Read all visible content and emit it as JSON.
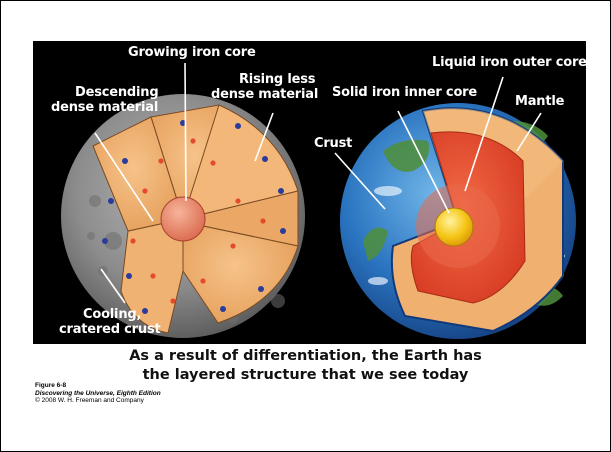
{
  "labels": {
    "growing_iron_core": "Growing iron core",
    "descending_line1": "Descending",
    "descending_line2": "dense material",
    "rising_line1": "Rising less",
    "rising_line2": "dense material",
    "cooling_line1": "Cooling,",
    "cooling_line2": "cratered crust",
    "liquid_outer_core": "Liquid iron outer core",
    "solid_inner_core": "Solid iron inner core",
    "mantle": "Mantle",
    "crust": "Crust"
  },
  "caption": {
    "line1": "As a result of differentiation, the Earth has",
    "line2": "the layered structure that we see today"
  },
  "credits": {
    "figure": "Figure 6-8",
    "book": "Discovering the Universe, Eighth Edition",
    "copyright": "© 2008 W. H. Freeman and Company"
  },
  "colors": {
    "panel_background": "#000000",
    "mantle_cutaway": "#f0b070",
    "outer_core": "#e64a2a",
    "inner_core": "#f2c20f",
    "ocean": "#2f7fc8",
    "primitive_crust": "#8a8a8a"
  }
}
